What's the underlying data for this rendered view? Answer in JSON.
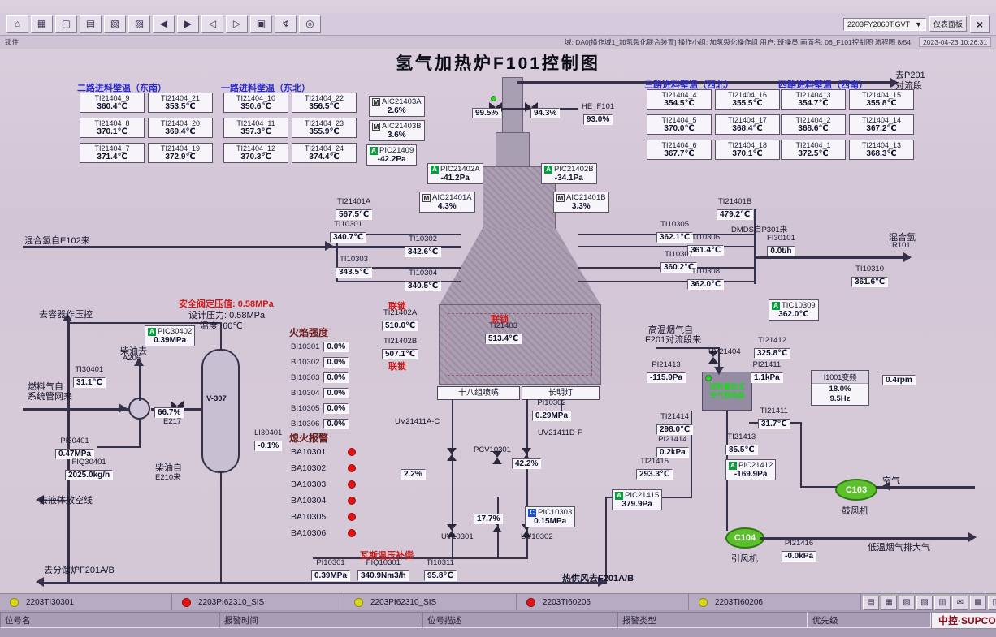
{
  "title": "氢气加热炉F101控制图",
  "header": {
    "doc_selector": "2203FY2060T.GVT",
    "panel_button": "仪表面板",
    "close_glyph": "×",
    "edge_label": "锁住",
    "info_left": "域: DA0[操作域1_加氢裂化联合装置]  操作小组: 加氢裂化操作组  用户: 班操员  画面名: 06_F101控制图  流程图 8/54",
    "datetime": "2023-04-23 10:26:31"
  },
  "toolbar": {
    "buttons": [
      {
        "name": "home-icon",
        "glyph": "⌂"
      },
      {
        "name": "overview-grid-icon",
        "glyph": "▦"
      },
      {
        "name": "window-icon",
        "glyph": "▢"
      },
      {
        "name": "graphics-icon",
        "glyph": "▤"
      },
      {
        "name": "trend-icon",
        "glyph": "▧"
      },
      {
        "name": "report-icon",
        "glyph": "▨"
      },
      {
        "name": "back-icon",
        "glyph": "◀"
      },
      {
        "name": "forward-icon",
        "glyph": "▶"
      },
      {
        "name": "prev-page-icon",
        "glyph": "◁"
      },
      {
        "name": "next-page-icon",
        "glyph": "▷"
      },
      {
        "name": "document-icon",
        "glyph": "▣"
      },
      {
        "name": "lightning-icon",
        "glyph": "↯"
      },
      {
        "name": "search-icon",
        "glyph": "◎"
      }
    ]
  },
  "wall_groups": [
    {
      "title": "二路进料壁温（东南）",
      "items": [
        {
          "tag": "TI21404_9",
          "value": "360.4℃"
        },
        {
          "tag": "TI21404_21",
          "value": "353.5℃"
        },
        {
          "tag": "TI21404_8",
          "value": "370.1℃"
        },
        {
          "tag": "TI21404_20",
          "value": "369.4℃"
        },
        {
          "tag": "TI21404_7",
          "value": "371.4℃"
        },
        {
          "tag": "TI21404_19",
          "value": "372.9℃"
        }
      ]
    },
    {
      "title": "一路进料壁温（东北）",
      "items": [
        {
          "tag": "TI21404_10",
          "value": "350.6℃"
        },
        {
          "tag": "TI21404_22",
          "value": "356.5℃"
        },
        {
          "tag": "TI21404_11",
          "value": "357.3℃"
        },
        {
          "tag": "TI21404_23",
          "value": "355.9℃"
        },
        {
          "tag": "TI21404_12",
          "value": "370.3℃"
        },
        {
          "tag": "TI21404_24",
          "value": "374.4℃"
        }
      ]
    },
    {
      "title": "三路进料壁温（西北）",
      "items": [
        {
          "tag": "TI21404_4",
          "value": "354.5℃"
        },
        {
          "tag": "TI21404_16",
          "value": "355.5℃"
        },
        {
          "tag": "TI21404_5",
          "value": "370.0℃"
        },
        {
          "tag": "TI21404_17",
          "value": "368.4℃"
        },
        {
          "tag": "TI21404_6",
          "value": "367.7℃"
        },
        {
          "tag": "TI21404_18",
          "value": "370.1℃"
        }
      ]
    },
    {
      "title": "四路进料壁温（西南）",
      "items": [
        {
          "tag": "TI21404_3",
          "value": "354.7℃"
        },
        {
          "tag": "TI21404_15",
          "value": "355.8℃"
        },
        {
          "tag": "TI21404_2",
          "value": "368.6℃"
        },
        {
          "tag": "TI21404_14",
          "value": "367.2℃"
        },
        {
          "tag": "TI21404_1",
          "value": "372.5℃"
        },
        {
          "tag": "TI21404_13",
          "value": "368.3℃"
        }
      ]
    }
  ],
  "instruments": [
    {
      "id": "TI21401A",
      "tag": "TI21401A",
      "value": "567.5℃"
    },
    {
      "id": "TI21401B",
      "tag": "TI21401B",
      "value": "479.2℃"
    },
    {
      "id": "TI10301",
      "tag": "TI10301",
      "value": "340.7℃"
    },
    {
      "id": "TI10302",
      "tag": "TI10302",
      "value": "342.6℃"
    },
    {
      "id": "TI10303",
      "tag": "TI10303",
      "value": "343.5℃"
    },
    {
      "id": "TI10304",
      "tag": "TI10304",
      "value": "340.5℃"
    },
    {
      "id": "TI10305",
      "tag": "TI10305",
      "value": "362.1℃"
    },
    {
      "id": "TI10306",
      "tag": "TI10306",
      "value": "361.4℃"
    },
    {
      "id": "TI10307",
      "tag": "TI10307",
      "value": "360.2℃"
    },
    {
      "id": "TI10308",
      "tag": "TI10308",
      "value": "362.0℃"
    },
    {
      "id": "FI30101",
      "tag": "FI30101",
      "value": "0.0t/h"
    },
    {
      "id": "TI10310",
      "tag": "TI10310",
      "value": "361.6℃"
    },
    {
      "id": "TI30401",
      "tag": "TI30401",
      "value": "31.1℃"
    },
    {
      "id": "PI30401",
      "tag": "PI30401",
      "value": "0.47MPa"
    },
    {
      "id": "FIQ30401",
      "tag": "FIQ30401",
      "value": "2025.0kg/h"
    },
    {
      "id": "LI30401",
      "tag": "LI30401",
      "value": "-0.1%"
    },
    {
      "id": "PI10302",
      "tag": "PI10302",
      "value": "0.29MPa"
    },
    {
      "id": "PI10301",
      "tag": "PI10301",
      "value": "0.39MPa"
    },
    {
      "id": "FIQ10301",
      "tag": "FIQ10301",
      "value": "340.9Nm3/h"
    },
    {
      "id": "TI10311",
      "tag": "TI10311",
      "value": "95.8℃"
    },
    {
      "id": "TI21412",
      "tag": "TI21412",
      "value": "325.8℃"
    },
    {
      "id": "PI21413",
      "tag": "PI21413",
      "value": "-115.9Pa"
    },
    {
      "id": "PI21411",
      "tag": "PI21411",
      "value": "1.1kPa"
    },
    {
      "id": "TI21411",
      "tag": "TI21411",
      "value": "31.7℃"
    },
    {
      "id": "TI21414",
      "tag": "TI21414",
      "value": "298.0℃"
    },
    {
      "id": "PI21414",
      "tag": "PI21414",
      "value": "0.2kPa"
    },
    {
      "id": "TI21413",
      "tag": "TI21413",
      "value": "85.5℃"
    },
    {
      "id": "TI21415",
      "tag": "TI21415",
      "value": "293.3℃"
    },
    {
      "id": "PI21416",
      "tag": "PI21416",
      "value": "-0.0kPa"
    },
    {
      "id": "TI21402A",
      "tag": "TI21402A",
      "value": "510.0℃"
    },
    {
      "id": "TI21402B",
      "tag": "TI21402B",
      "value": "507.1℃"
    },
    {
      "id": "TI21403",
      "tag": "TI21403",
      "value": "513.4℃"
    },
    {
      "id": "HE_F101",
      "tag": "HE_F101",
      "value": "93.0%"
    },
    {
      "id": "AIC21403A",
      "tag": "AIC21403A",
      "value": "2.6%",
      "badge": "M"
    },
    {
      "id": "AIC21403B",
      "tag": "AIC21403B",
      "value": "3.6%",
      "badge": "M"
    },
    {
      "id": "PIC21409",
      "tag": "PIC21409",
      "value": "-42.2Pa",
      "badge": "A"
    },
    {
      "id": "PIC21402A",
      "tag": "PIC21402A",
      "value": "-41.2Pa",
      "badge": "A"
    },
    {
      "id": "PIC21402B",
      "tag": "PIC21402B",
      "value": "-34.1Pa",
      "badge": "A"
    },
    {
      "id": "AIC21401A",
      "tag": "AIC21401A",
      "value": "4.3%",
      "badge": "M"
    },
    {
      "id": "AIC21401B",
      "tag": "AIC21401B",
      "value": "3.3%",
      "badge": "M"
    },
    {
      "id": "TIC10309",
      "tag": "TIC10309",
      "value": "362.0℃",
      "badge": "A"
    },
    {
      "id": "PIC30402",
      "tag": "PIC30402",
      "value": "0.39MPa",
      "badge": "A"
    },
    {
      "id": "PIC10303",
      "tag": "PIC10303",
      "value": "0.15MPa",
      "badge": "C"
    },
    {
      "id": "PIC21412",
      "tag": "PIC21412",
      "value": "-169.9Pa",
      "badge": "A"
    },
    {
      "id": "PIC21415",
      "tag": "PIC21415",
      "value": "379.9Pa",
      "badge": "A"
    },
    {
      "id": "VAL_DAMPER1",
      "tag": "",
      "value": "99.5%"
    },
    {
      "id": "VAL_DAMPER2",
      "tag": "",
      "value": "94.3%"
    },
    {
      "id": "VAL_22",
      "tag": "",
      "value": "2.2%"
    },
    {
      "id": "VAL_422",
      "tag": "",
      "value": "42.2%"
    },
    {
      "id": "VAL_177",
      "tag": "",
      "value": "17.7%"
    },
    {
      "id": "VAL_667",
      "tag": "",
      "value": "66.7%"
    },
    {
      "id": "VAL_RPM",
      "tag": "",
      "value": "0.4rpm"
    }
  ],
  "texts": [
    {
      "id": "mix_feed",
      "text": "混合氢自E102来"
    },
    {
      "id": "qu_p201_1",
      "text": "去P201"
    },
    {
      "id": "qu_p201_2",
      "text": "对流段"
    },
    {
      "id": "dmds",
      "text": "DMDS自P301来"
    },
    {
      "id": "hh",
      "text": "混合氢"
    },
    {
      "id": "r101",
      "text": "R101"
    },
    {
      "id": "qu_rongqi",
      "text": "去容器作压控"
    },
    {
      "id": "safe1",
      "text": "安全阀定压值: 0.58MPa"
    },
    {
      "id": "safe2",
      "text": "设计压力: 0.58MPa"
    },
    {
      "id": "safe3",
      "text": "温度: 60℃"
    },
    {
      "id": "chaiyou_qu",
      "text": "柴油去"
    },
    {
      "id": "a206",
      "text": "A206"
    },
    {
      "id": "fuel1",
      "text": "燃料气自"
    },
    {
      "id": "fuel2",
      "text": "系统管网来"
    },
    {
      "id": "e217",
      "text": "E217"
    },
    {
      "id": "v307",
      "text": "V-307"
    },
    {
      "id": "chaiyou_zi",
      "text": "柴油自"
    },
    {
      "id": "e210",
      "text": "E210来"
    },
    {
      "id": "qu_yeti",
      "text": "去液体放空线"
    },
    {
      "id": "qu_fenliu",
      "text": "去分馏炉F201A/B"
    },
    {
      "id": "uvac",
      "text": "UV21411A-C"
    },
    {
      "id": "uvdf",
      "text": "UV21411D-F"
    },
    {
      "id": "pcv",
      "text": "PCV10301"
    },
    {
      "id": "uv1",
      "text": "UV10301"
    },
    {
      "id": "uv2",
      "text": "UV10302"
    },
    {
      "id": "gascomp",
      "text": "瓦斯温压补偿"
    },
    {
      "id": "hotair",
      "text": "热供风去F201A/B"
    },
    {
      "id": "hiflue1",
      "text": "高温烟气自"
    },
    {
      "id": "hiflue2",
      "text": "F201对流段来"
    },
    {
      "id": "uv21404",
      "text": "UV21404"
    },
    {
      "id": "kongqi",
      "text": "空气"
    },
    {
      "id": "lowflue",
      "text": "低温烟气排大气"
    },
    {
      "id": "ls1",
      "text": "联锁"
    },
    {
      "id": "ls2",
      "text": "联锁"
    },
    {
      "id": "ls3",
      "text": "联锁"
    }
  ],
  "flame": {
    "title": "火焰强度",
    "items": [
      [
        "BI10301",
        "0.0%"
      ],
      [
        "BI10302",
        "0.0%"
      ],
      [
        "BI10303",
        "0.0%"
      ],
      [
        "BI10304",
        "0.0%"
      ],
      [
        "BI10305",
        "0.0%"
      ],
      [
        "BI10306",
        "0.0%"
      ]
    ]
  },
  "flameout": {
    "title": "熄火报警",
    "items": [
      "BA10301",
      "BA10302",
      "BA10303",
      "BA10304",
      "BA10305",
      "BA10306"
    ]
  },
  "nozzles": {
    "left": "十八组喷嘴",
    "right": "长明灯"
  },
  "preheater": {
    "line1": "回转蓄热式",
    "line2": "空气预热器"
  },
  "freq": {
    "title": "I1001变频",
    "pct": "18.0%",
    "hz": "9.5Hz"
  },
  "fans": [
    {
      "label": "C103",
      "caption": "鼓风机"
    },
    {
      "label": "C104",
      "caption": "引风机"
    }
  ],
  "alarm_rows": [
    {
      "color": "yellow",
      "tag": "2203TI30301"
    },
    {
      "color": "red",
      "tag": "2203PI62310_SIS"
    },
    {
      "color": "yellow",
      "tag": "2203PI62310_SIS"
    },
    {
      "color": "red",
      "tag": "2203TI60206"
    },
    {
      "color": "yellow",
      "tag": "2203TI60206"
    }
  ],
  "statusbar_icons": [
    {
      "name": "printer-icon",
      "glyph": "▤"
    },
    {
      "name": "screen-switch-icon",
      "glyph": "▦"
    },
    {
      "name": "alarm-summary-icon",
      "glyph": "▨"
    },
    {
      "name": "trend-icon",
      "glyph": "▧"
    },
    {
      "name": "report-icon",
      "glyph": "▥"
    },
    {
      "name": "mail-icon",
      "glyph": "✉"
    },
    {
      "name": "group-icon",
      "glyph": "▩"
    },
    {
      "name": "panel-icon",
      "glyph": "◫"
    }
  ],
  "footer_labels": [
    "位号名",
    "报警时间",
    "位号描述",
    "报警类型",
    "优先级"
  ],
  "brand": {
    "text": "中控·SUPCON"
  }
}
